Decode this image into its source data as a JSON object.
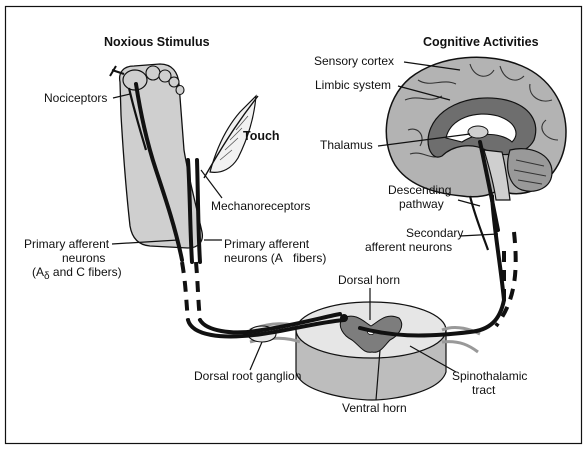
{
  "titles": {
    "noxious": "Noxious Stimulus",
    "cognitive": "Cognitive Activities",
    "touch": "Touch"
  },
  "labels": {
    "nociceptors": "Nociceptors",
    "mechanoreceptors": "Mechanoreceptors",
    "primary_afferent_delta_c": [
      "Primary afferent",
      "neurons",
      "(A",
      "δ",
      " and C fibers)"
    ],
    "primary_afferent_a": [
      "Primary afferent",
      "neurons (A",
      "fibers)"
    ],
    "sensory_cortex": "Sensory cortex",
    "limbic_system": "Limbic system",
    "thalamus": "Thalamus",
    "descending_pathway": [
      "Descending",
      "pathway"
    ],
    "secondary_afferent": [
      "Secondary",
      "afferent neurons"
    ],
    "dorsal_horn": "Dorsal horn",
    "dorsal_root_ganglion": "Dorsal root ganglion",
    "spinothalamic_tract": [
      "Spinothalamic",
      "tract"
    ],
    "ventral_horn": "Ventral horn"
  },
  "colors": {
    "tissue_gray": "#cfcfcf",
    "brain_gray": "#b3b3b3",
    "dark_gray": "#6e6e6e",
    "outline": "#111111"
  }
}
